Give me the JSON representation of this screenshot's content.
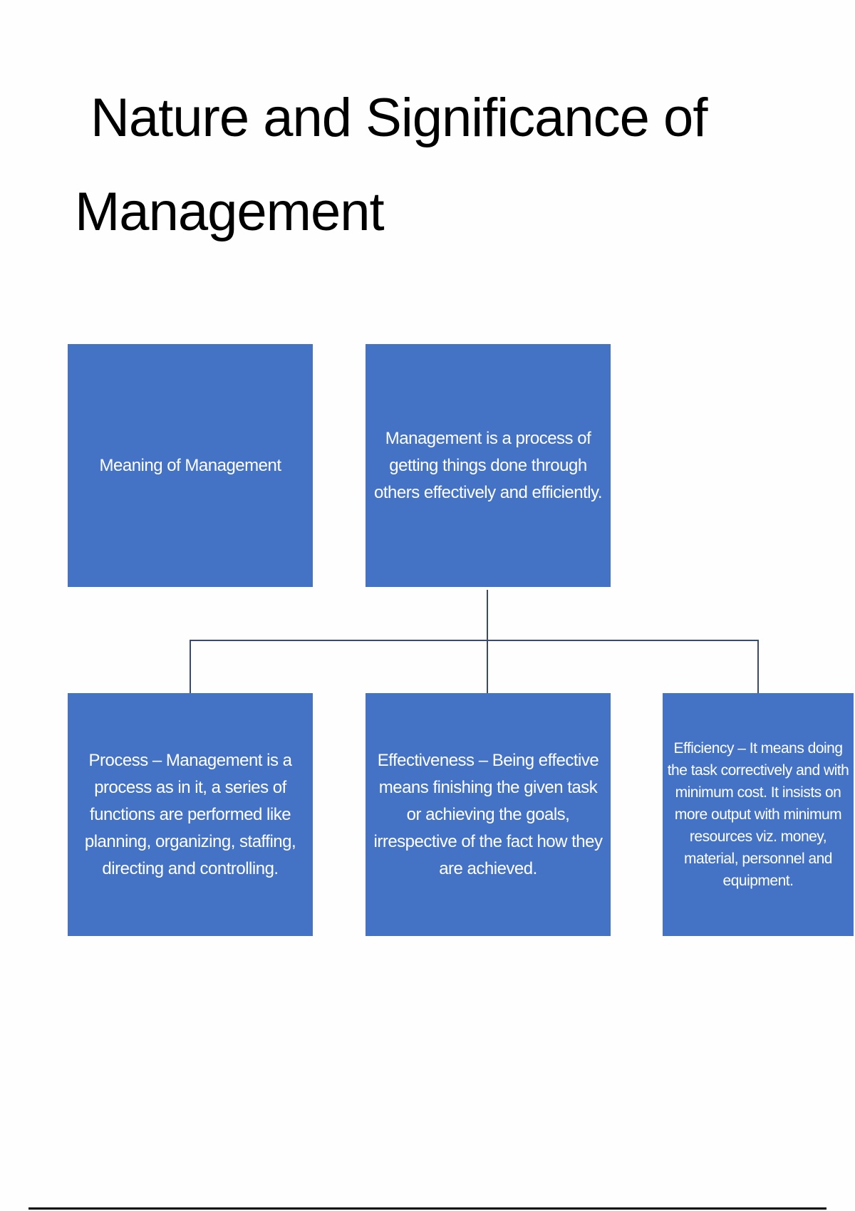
{
  "title": {
    "line1": "Nature and Significance of",
    "line2": "Management"
  },
  "boxes": {
    "meaning": "Meaning of Management",
    "definition": "Management is a process of getting things done through others effectively and efficiently.",
    "process": "Process – Management is a process as in it, a series of functions are performed like planning, organizing, staffing, directing and controlling.",
    "effectiveness": "Effectiveness – Being effective means finishing the given task or achieving the goals, irrespective of the fact how they are achieved.",
    "efficiency": "Efficiency – It means doing the task correctively and with minimum cost. It insists on more output with minimum resources viz. money, material, personnel and equipment."
  },
  "colors": {
    "box": "#4472C4"
  }
}
